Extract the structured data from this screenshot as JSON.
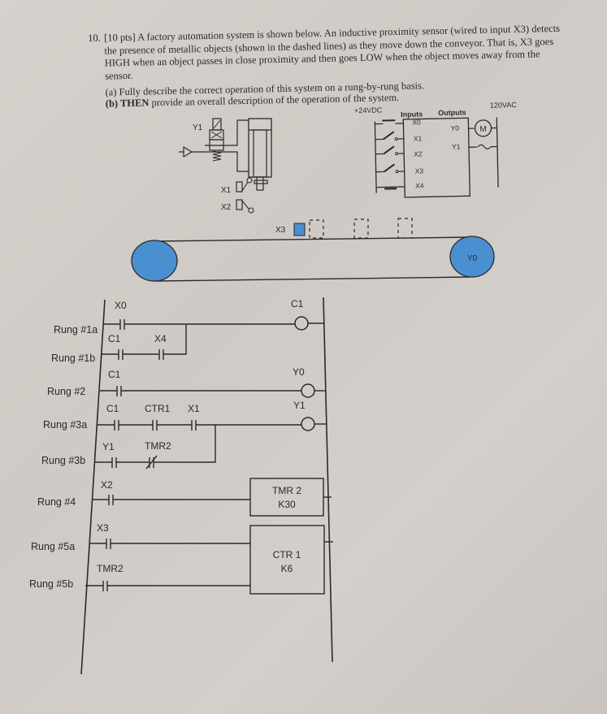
{
  "question": {
    "number": "10.",
    "points": "[10 pts]",
    "body": "A factory automation system is shown below. An inductive proximity sensor (wired to input X3) detects the presence of metallic objects (shown in the dashed lines) as they move down the conveyor. That is, X3 goes HIGH when an object passes in close proximity and then goes LOW when the object moves away from the sensor.",
    "part_a": "(a) Fully describe the correct operation of this system on a rung-by-rung basis.",
    "part_b_label": "(b) THEN",
    "part_b_rest": " provide an overall description of the operation of the system."
  },
  "plc_wiring": {
    "supply_dc": "+24VDC",
    "supply_ac": "120VAC",
    "inputs_header": "Inputs",
    "outputs_header": "Outputs",
    "inputs": [
      "X0",
      "X1",
      "X2",
      "X3",
      "X4"
    ],
    "outputs": [
      "Y0",
      "Y1"
    ],
    "motor_label": "M"
  },
  "pneumatics": {
    "valve_solenoid": "Y1",
    "limit_switches": [
      "X1",
      "X2"
    ]
  },
  "conveyor": {
    "sensor_label": "X3",
    "drive_label": "Y0",
    "pulley_color": "#4a8fd0",
    "sensor_color": "#4a8fd0"
  },
  "ladder": {
    "rungs": [
      {
        "label": "Rung #1a",
        "contacts": [
          "X0"
        ],
        "output": "C1"
      },
      {
        "label": "Rung #1b",
        "contacts": [
          "C1",
          "X4"
        ]
      },
      {
        "label": "Rung #2",
        "contacts": [
          "C1"
        ],
        "output": "Y0"
      },
      {
        "label": "Rung #3a",
        "contacts": [
          "C1",
          "CTR1",
          "X1"
        ],
        "output": "Y1"
      },
      {
        "label": "Rung #3b",
        "contacts": [
          "Y1",
          "TMR2"
        ]
      },
      {
        "label": "Rung #4",
        "contacts": [
          "X2"
        ],
        "box": [
          "TMR 2",
          "K30"
        ]
      },
      {
        "label": "Rung #5a",
        "contacts": [
          "X3"
        ],
        "box": [
          "CTR 1",
          "K6"
        ]
      },
      {
        "label": "Rung #5b",
        "contacts": [
          "TMR2"
        ]
      }
    ]
  }
}
